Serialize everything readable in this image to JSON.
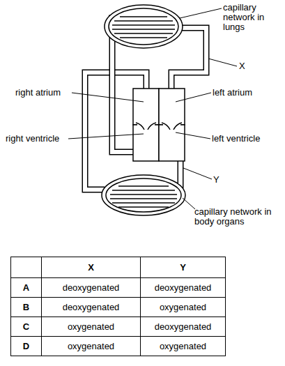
{
  "diagram": {
    "labels": [
      "capillary network in lungs",
      "X",
      "right atrium",
      "left atrium",
      "right ventricle",
      "left ventricle",
      "Y",
      "capillary network in body organs",
      "",
      "X",
      "Y",
      "A",
      "deoxygenated",
      "deoxygenated",
      "B",
      "deoxygenated",
      "oxygenated",
      "C",
      "oxygenated",
      "deoxygenated",
      "D",
      "oxygenated",
      "oxygenated"
    ]
  }
}
